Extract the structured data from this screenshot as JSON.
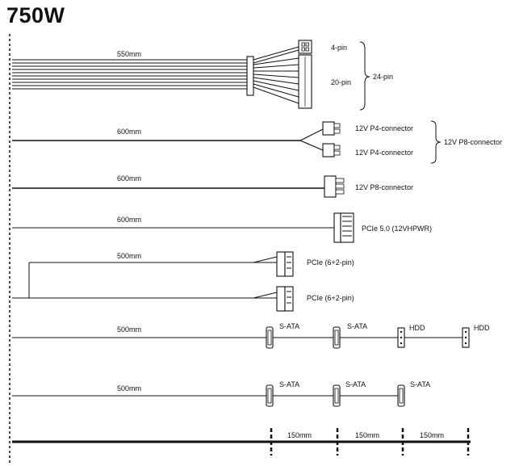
{
  "title": "750W",
  "rows": [
    {
      "length": "550mm",
      "labels": [
        "4-pin",
        "20-pin"
      ],
      "group": "24-pin"
    },
    {
      "length": "600mm",
      "labels": [
        "12V P4-connector",
        "12V P4-connector"
      ],
      "group": "12V P8-connector"
    },
    {
      "length": "600mm",
      "labels": [
        "12V P8-connector"
      ]
    },
    {
      "length": "600mm",
      "labels": [
        "PCIe 5.0 (12VHPWR)"
      ]
    },
    {
      "length": "500mm",
      "labels": [
        "PCIe (6+2-pin)",
        "PCIe (6+2-pin)"
      ]
    },
    {
      "length": "500mm",
      "labels": [
        "S-ATA",
        "S-ATA",
        "HDD",
        "HDD"
      ]
    },
    {
      "length": "500mm",
      "labels": [
        "S-ATA",
        "S-ATA",
        "S-ATA"
      ]
    }
  ],
  "spacing": [
    "150mm",
    "150mm",
    "150mm"
  ]
}
